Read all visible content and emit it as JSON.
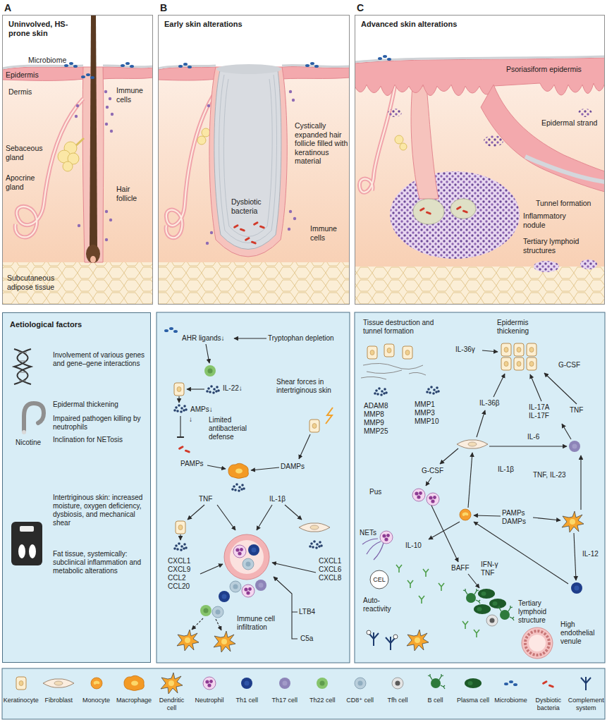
{
  "diagram": {
    "nodes": [
      {
        "text": [
          "A",
          "Uninvolved, HS-prone skin"
        ]
      },
      {
        "text": [
          "B",
          "Early skin alterations"
        ]
      },
      {
        "text": [
          "C",
          "Advanced skin alterations"
        ]
      },
      {
        "text": [
          "Aetiological factors"
        ]
      }
    ],
    "labels": [
      "Microbiome",
      "Epidermis",
      "Dermis",
      "Immune cells",
      "Sebaceous gland",
      "Apocrine gland",
      "Hair follicle",
      "Subcutaneous adipose tissue",
      "Cystically expanded hair follicle filled with keratinous material",
      "Dysbiotic bacteria",
      "Immune cells",
      "Psoriasiform epidermis",
      "Epidermal strand",
      "Tunnel formation",
      "Inflammatory nodule",
      "Tertiary lymphoid structures",
      "Involvement of various genes and gene–gene interactions",
      "Nicotine",
      "Epidermal thickening",
      "Impaired pathogen killing by neutrophils",
      "Inclination for NETosis",
      "Intertriginous skin: increased moisture, oxygen deficiency, dysbiosis, and mechanical shear",
      "Fat tissue, systemically: subclinical inflammation and metabolic alterations",
      "AHR ligands↓",
      "Tryptophan depletion",
      "IL-22↓",
      "Shear forces in intertriginous skin",
      "AMPs↓",
      "↓",
      "Limited antibacterial defense",
      "PAMPs",
      "DAMPs",
      "TNF",
      "IL-1β",
      "CXCL1 CXCL9 CCL2 CCL20",
      "CXCL1 CXCL6 CXCL8",
      "LTB4",
      "C5a",
      "Immune cell infiltration",
      "Tissue destruction and tunnel formation",
      "Epidermis thickening",
      "IL-36γ",
      "G-CSF",
      "ADAM8 MMP8 MMP9 MMP25",
      "MMP1 MMP3 MMP10",
      "IL-36β",
      "IL-17A IL-17F",
      "TNF",
      "IL-6",
      "G-CSF",
      "IL-1β",
      "TNF, IL-23",
      "Pus",
      "PAMPs DAMPs",
      "NETs",
      "IL-10",
      "IFN-γ TNF",
      "BAFF",
      "IL-12",
      "CEL",
      "Auto-reactivity",
      "Tertiary lymphoid structure",
      "High endothelial venule"
    ],
    "legend": [
      {
        "text": "Keratinocyte"
      },
      {
        "text": "Fibroblast"
      },
      {
        "text": "Monocyte"
      },
      {
        "text": "Macrophage"
      },
      {
        "text": "Dendritic cell"
      },
      {
        "text": "Neutrophil"
      },
      {
        "text": "Th1 cell"
      },
      {
        "text": "Th17 cell"
      },
      {
        "text": "Th22 cell"
      },
      {
        "text": "CD8⁺ cell"
      },
      {
        "text": "Tfh cell"
      },
      {
        "text": "B cell"
      },
      {
        "text": "Plasma cell"
      },
      {
        "text": "Microbiome"
      },
      {
        "text": "Dysbiotic bacteria"
      },
      {
        "text": "Complement system"
      }
    ]
  }
}
